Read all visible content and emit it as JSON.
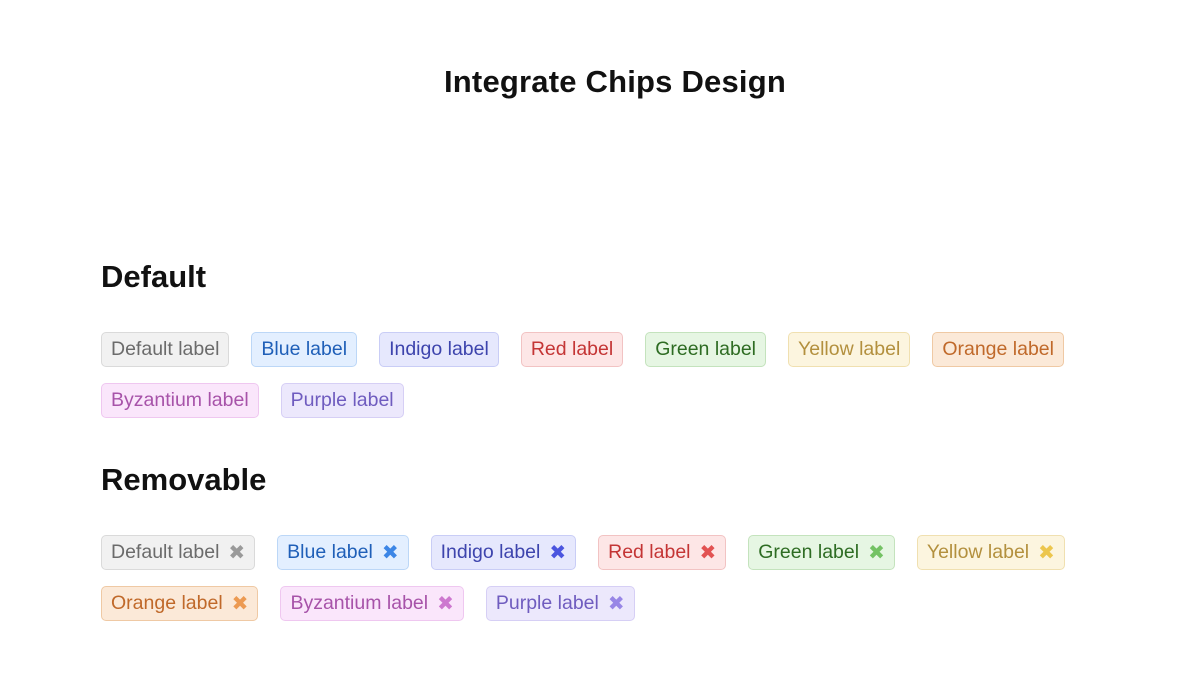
{
  "page": {
    "title": "Integrate Chips Design"
  },
  "sections": {
    "default": {
      "heading": "Default",
      "chips": [
        {
          "label": "Default label",
          "variant": "default",
          "color": "#6b6b6b"
        },
        {
          "label": "Blue label",
          "variant": "blue",
          "color": "#1f5fb8"
        },
        {
          "label": "Indigo label",
          "variant": "indigo",
          "color": "#3d44ad"
        },
        {
          "label": "Red label",
          "variant": "red",
          "color": "#c43535"
        },
        {
          "label": "Green label",
          "variant": "green",
          "color": "#2e6c23"
        },
        {
          "label": "Yellow label",
          "variant": "yellow",
          "color": "#b3903e"
        },
        {
          "label": "Orange label",
          "variant": "orange",
          "color": "#c0692a"
        },
        {
          "label": "Byzantium label",
          "variant": "byzantium",
          "color": "#a753a9"
        },
        {
          "label": "Purple label",
          "variant": "purple",
          "color": "#6f5cbf"
        }
      ]
    },
    "removable": {
      "heading": "Removable",
      "remove_icon": "close-icon",
      "remove_glyph": "✖",
      "chips": [
        {
          "label": "Default label",
          "variant": "default",
          "color": "#6b6b6b"
        },
        {
          "label": "Blue label",
          "variant": "blue",
          "color": "#1f5fb8"
        },
        {
          "label": "Indigo label",
          "variant": "indigo",
          "color": "#3d44ad"
        },
        {
          "label": "Red label",
          "variant": "red",
          "color": "#c43535"
        },
        {
          "label": "Green label",
          "variant": "green",
          "color": "#2e6c23"
        },
        {
          "label": "Yellow label",
          "variant": "yellow",
          "color": "#b3903e"
        },
        {
          "label": "Orange label",
          "variant": "orange",
          "color": "#c0692a"
        },
        {
          "label": "Byzantium label",
          "variant": "byzantium",
          "color": "#a753a9"
        },
        {
          "label": "Purple label",
          "variant": "purple",
          "color": "#6f5cbf"
        }
      ]
    }
  }
}
